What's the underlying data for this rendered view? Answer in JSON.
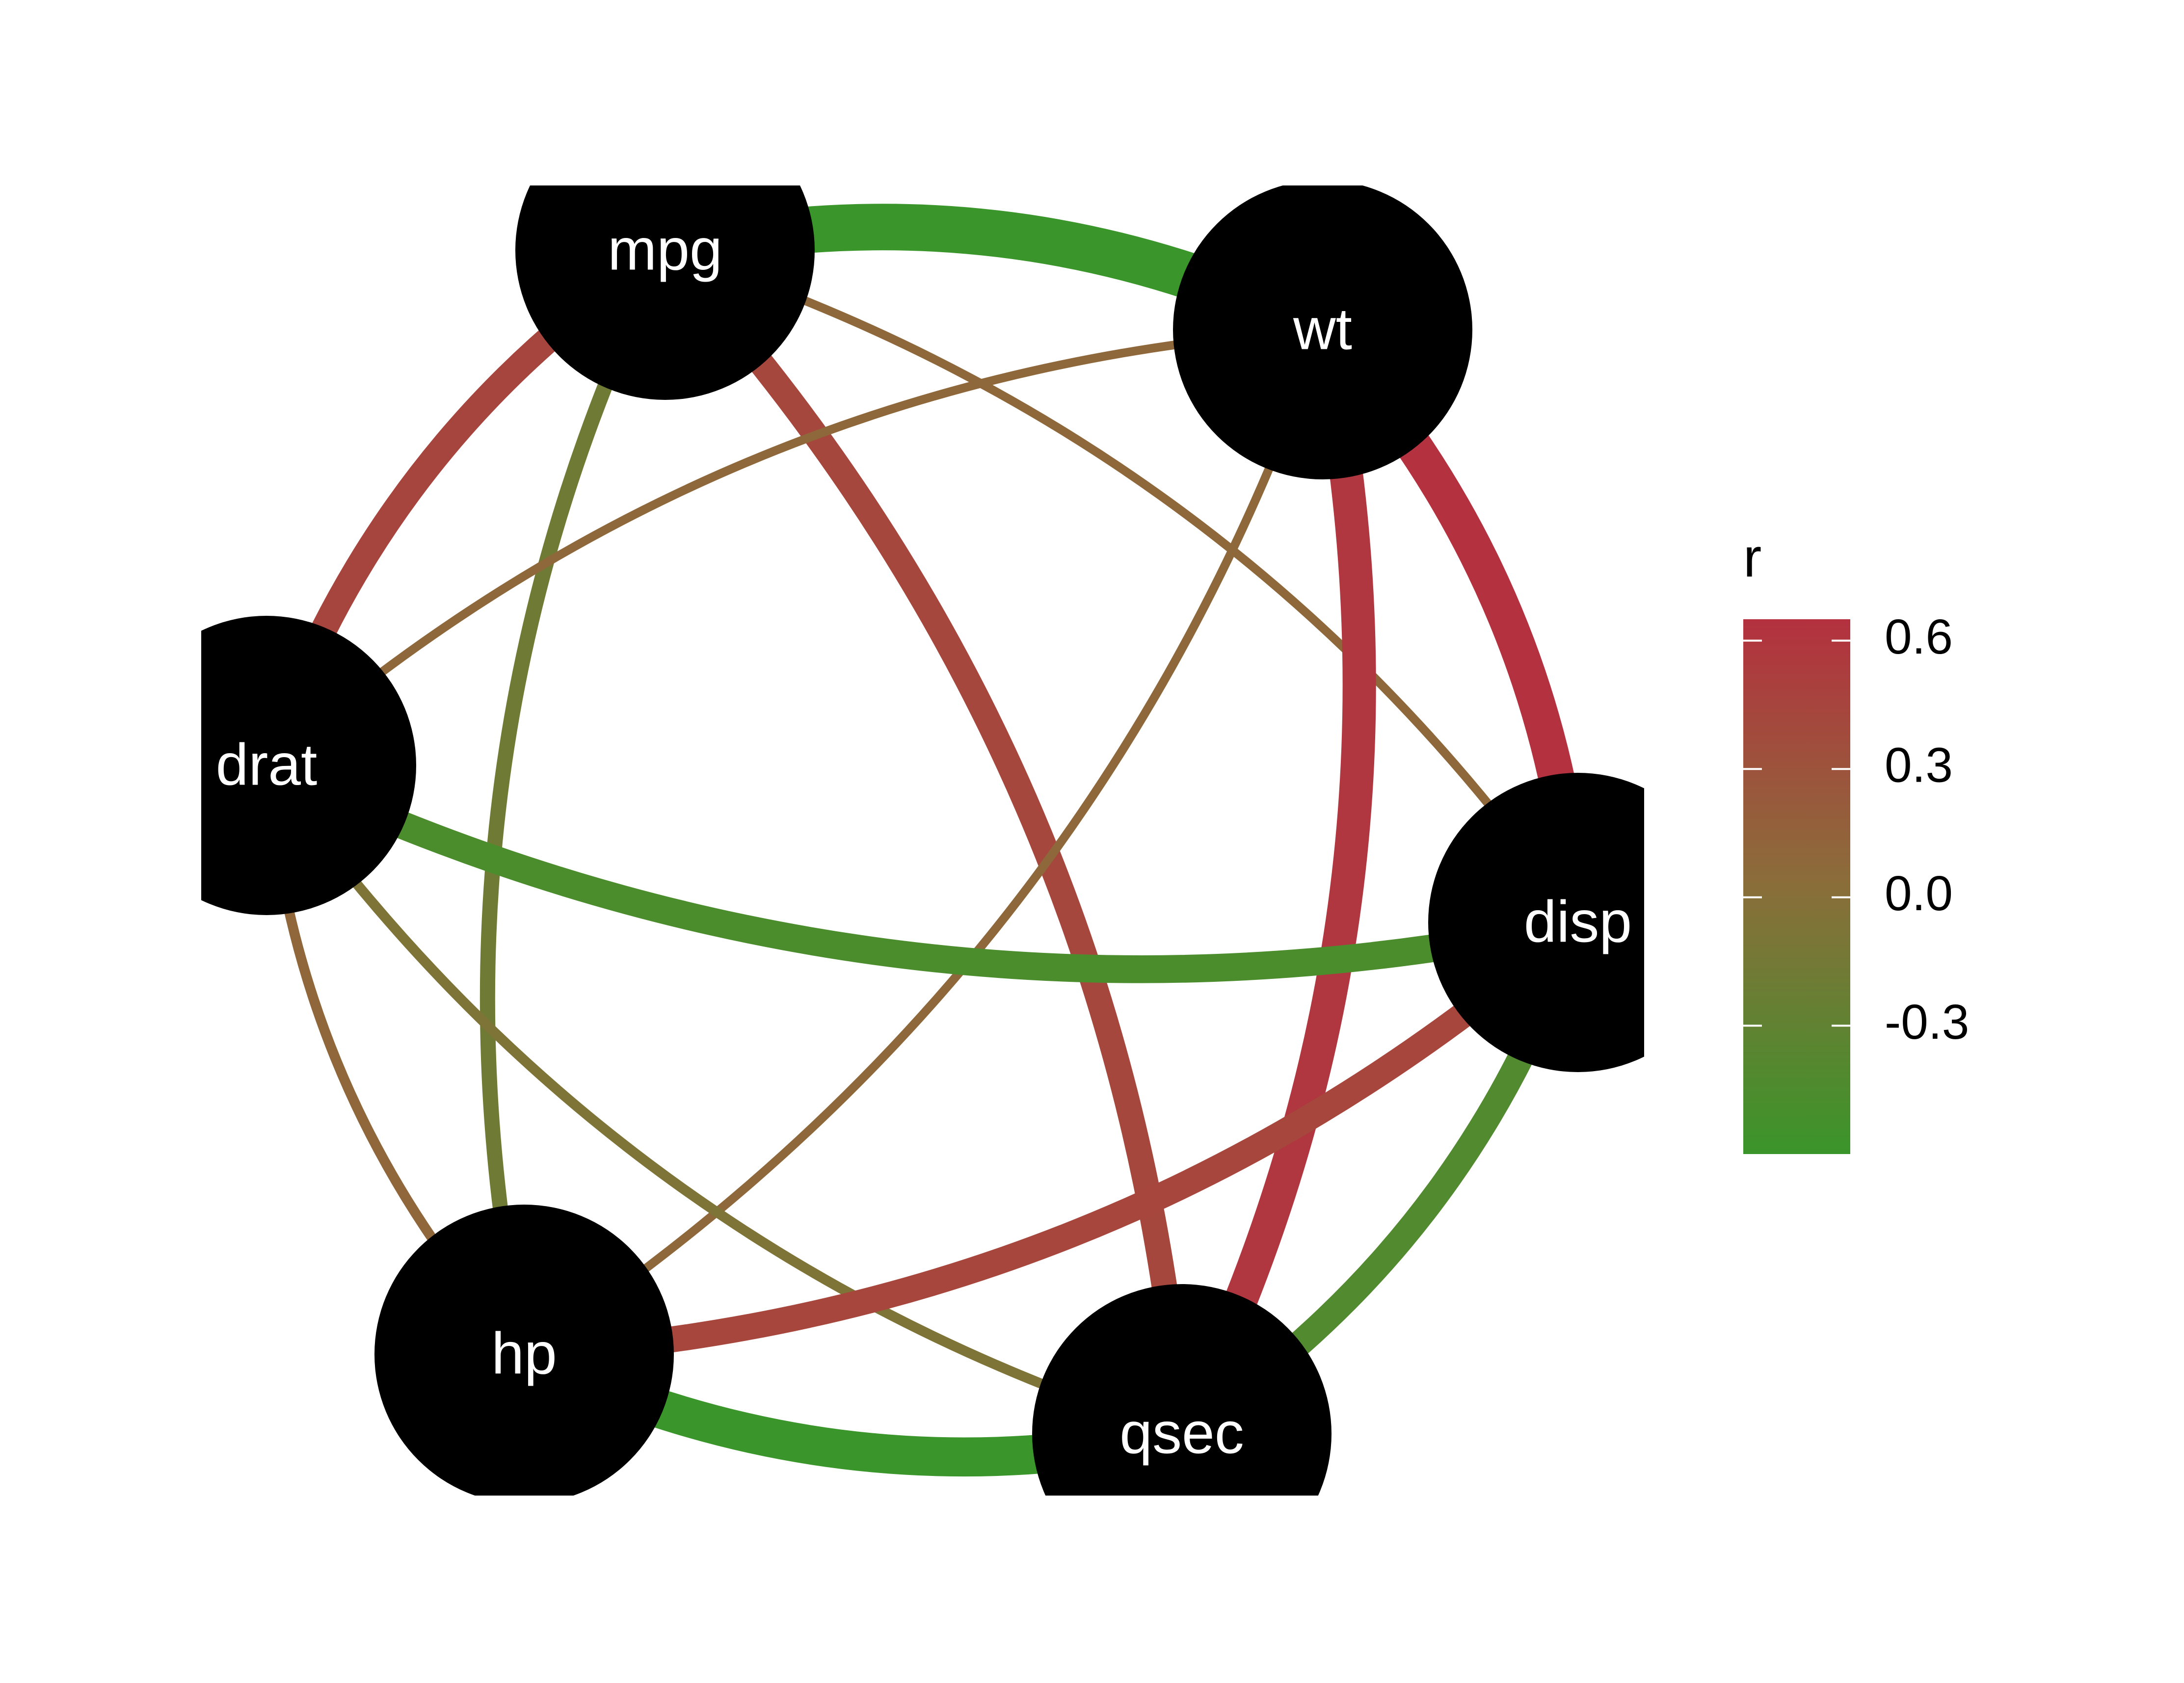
{
  "nodes": [
    {
      "id": "mpg",
      "label": "mpg"
    },
    {
      "id": "wt",
      "label": "wt"
    },
    {
      "id": "drat",
      "label": "drat"
    },
    {
      "id": "disp",
      "label": "disp"
    },
    {
      "id": "hp",
      "label": "hp"
    },
    {
      "id": "qsec",
      "label": "qsec"
    }
  ],
  "edges": [
    {
      "from": "mpg",
      "to": "wt",
      "r": -0.87
    },
    {
      "from": "mpg",
      "to": "disp",
      "r": 0.06
    },
    {
      "from": "mpg",
      "to": "drat",
      "r": 0.44
    },
    {
      "from": "mpg",
      "to": "hp",
      "r": -0.2
    },
    {
      "from": "mpg",
      "to": "qsec",
      "r": 0.42
    },
    {
      "from": "wt",
      "to": "drat",
      "r": 0.06
    },
    {
      "from": "wt",
      "to": "disp",
      "r": 0.65
    },
    {
      "from": "wt",
      "to": "qsec",
      "r": 0.59
    },
    {
      "from": "wt",
      "to": "hp",
      "r": 0.06
    },
    {
      "from": "drat",
      "to": "disp",
      "r": -0.47
    },
    {
      "from": "drat",
      "to": "qsec",
      "r": -0.09
    },
    {
      "from": "drat",
      "to": "hp",
      "r": 0.09
    },
    {
      "from": "disp",
      "to": "hp",
      "r": 0.43
    },
    {
      "from": "disp",
      "to": "qsec",
      "r": -0.43
    },
    {
      "from": "hp",
      "to": "qsec",
      "r": -0.71
    }
  ],
  "legend": {
    "title": "r",
    "ticks": [
      {
        "value": 0.6,
        "label": "0.6"
      },
      {
        "value": 0.3,
        "label": "0.3"
      },
      {
        "value": 0.0,
        "label": "0.0"
      },
      {
        "value": -0.3,
        "label": "-0.3"
      }
    ],
    "range": [
      -0.6,
      0.65
    ]
  },
  "colors": {
    "negative": "#3a952a",
    "neutral": "#8a6e3a",
    "positive": "#b4313f",
    "node": "#000000",
    "label": "#ffffff"
  }
}
